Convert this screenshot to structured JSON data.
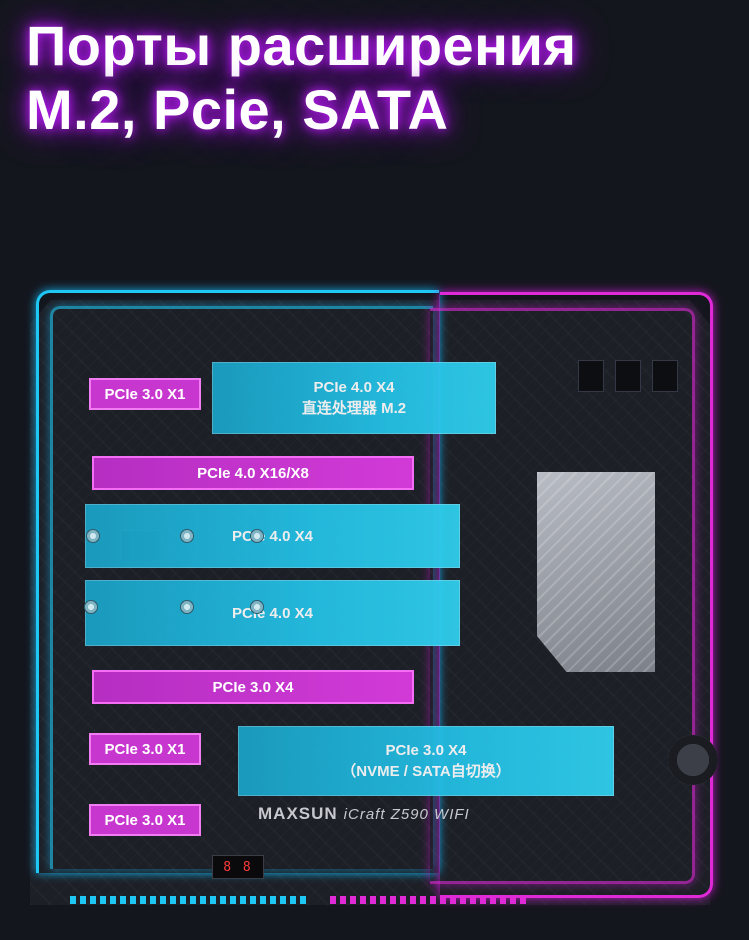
{
  "title": {
    "line1": "Порты расширения",
    "line2": "M.2, Pcie, SATA"
  },
  "slots": {
    "m2_cpu_label": "PCIe 4.0 X4",
    "m2_cpu_sub": "直连处理器 M.2",
    "pcie_x16_label": "PCIe 4.0 X16/X8",
    "m2_second_label": "PCIe 4.0 X4",
    "m2_third_label": "PCIe 4.0 X4",
    "pcie_x4_label": "PCIe 3.0 X4",
    "m2_sata_label": "PCIe 3.0 X4",
    "m2_sata_sub": "（NVME / SATA自切换）"
  },
  "tags": {
    "x1_top": "PCIe 3.0 X1",
    "x1_mid": "PCIe 3.0 X1",
    "x1_bottom": "PCIe 3.0 X1"
  },
  "board": {
    "brand": "MAXSUN",
    "model": "iCraft Z590 WIFI",
    "debug_code": "8 8"
  },
  "colors": {
    "accent_cyan": "#1fc7f5",
    "accent_pink": "#e02ad8",
    "background": "#14161d"
  }
}
